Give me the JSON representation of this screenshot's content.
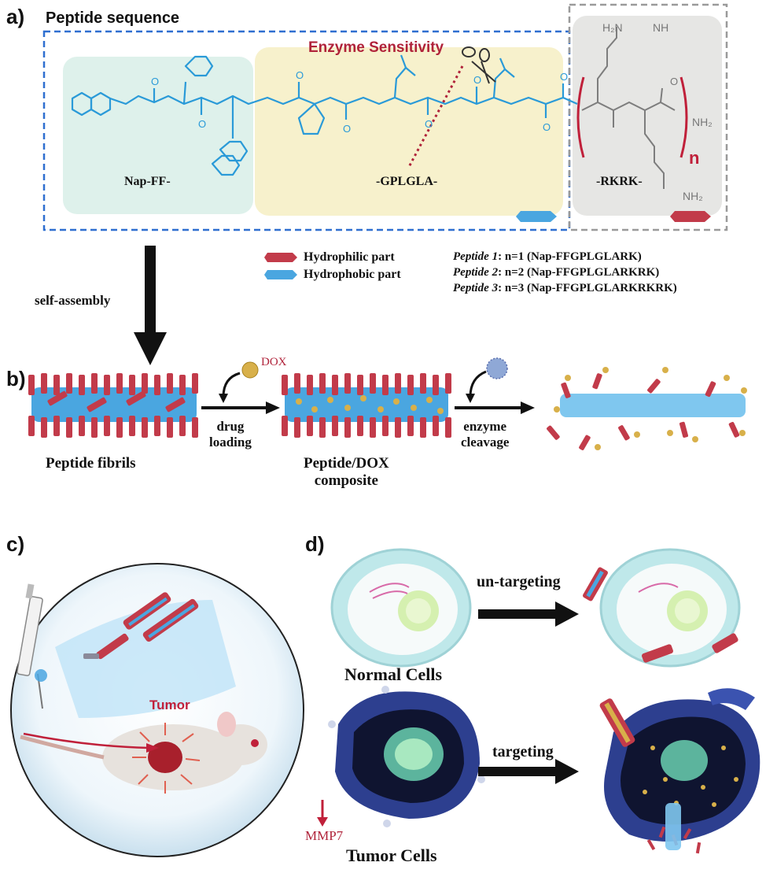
{
  "panels": {
    "a": "a)",
    "b": "b)",
    "c": "c)",
    "d": "d)"
  },
  "panel_a": {
    "title": "Peptide sequence",
    "enzyme_label": "Enzyme Sensitivity",
    "segments": [
      "Nap-FF-",
      "-GPLGLA-",
      "-RKRK-"
    ],
    "chem_labels": {
      "h2n": "H₂N",
      "nh_top": "NH",
      "nh2_end": "NH₂",
      "nh2_lys": "NH₂",
      "n": "n",
      "o": "O",
      "h": "H",
      "n_atom": "N"
    },
    "legend": [
      {
        "label": "Hydrophilic part",
        "color": "#c23b4a"
      },
      {
        "label": "Hydrophobic part",
        "color": "#4aa6e0"
      }
    ],
    "peptides": [
      {
        "name": "Peptide 1",
        "desc": ": n=1 (Nap-FFGPLGLARK)"
      },
      {
        "name": "Peptide 2",
        "desc": ": n=2 (Nap-FFGPLGLARKRK)"
      },
      {
        "name": "Peptide 3",
        "desc": ": n=3 (Nap-FFGPLGLARKRKRK)"
      }
    ],
    "arrow_label": "self-assembly"
  },
  "panel_b": {
    "dox_label": "DOX",
    "step1": [
      "drug",
      "loading"
    ],
    "step2": [
      "enzyme",
      "cleavage"
    ],
    "fibril_label": "Peptide fibrils",
    "composite_label": [
      "Peptide/DOX",
      "composite"
    ]
  },
  "panel_c": {
    "tumor_label": "Tumor"
  },
  "panel_d": {
    "untargeting": "un-targeting",
    "targeting": "targeting",
    "normal_cells": "Normal Cells",
    "tumor_cells": "Tumor Cells",
    "mmp7": "MMP7"
  },
  "colors": {
    "hydrophilic": "#c23b4a",
    "hydrophobic": "#4aa6e0",
    "blue_box": "#2f6fd0",
    "gray_box": "#9a9a9a",
    "enzyme_text": "#b0233a",
    "dox": "#d8b04a",
    "tumor_text": "#c0203a"
  }
}
